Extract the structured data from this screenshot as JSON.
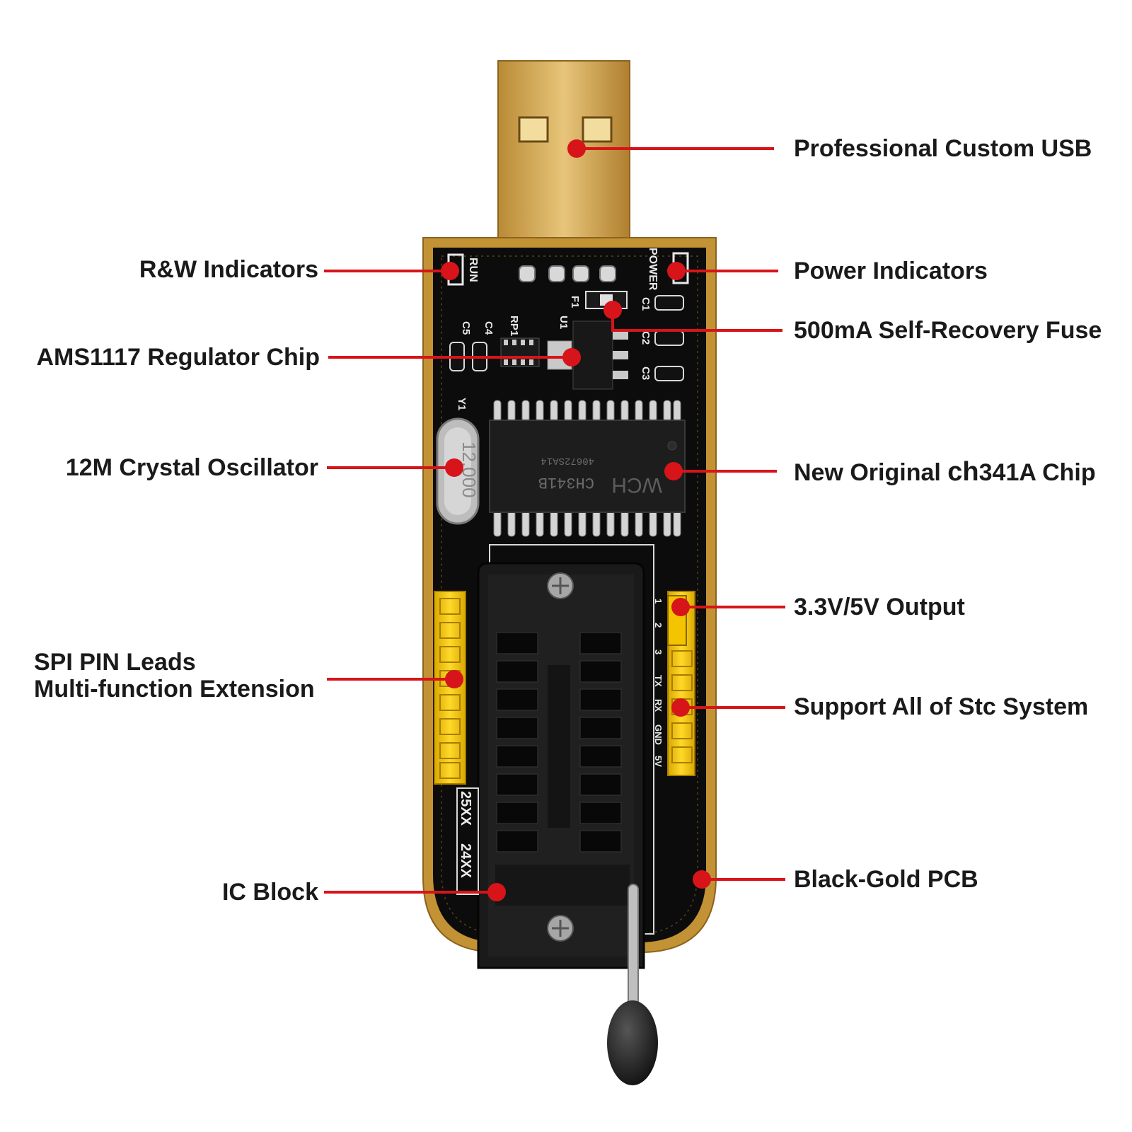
{
  "colors": {
    "callout": "#d7141a",
    "pcb": "#0b0b0b",
    "gold": "#c99a3a",
    "usb": "#d9ad57",
    "pins": "#f2c200"
  },
  "callouts": {
    "usb": "Professional Custom USB",
    "rw": "R&W Indicators",
    "power": "Power Indicators",
    "fuse": "500mA Self-Recovery Fuse",
    "regulator": "AMS1117 Regulator Chip",
    "crystal": "12M Crystal Oscillator",
    "chip_prefix": "New Original ",
    "chip_emph": "ch",
    "chip_suffix": "341A Chip",
    "output": "3.3V/5V Output",
    "spi_line1": "SPI PIN Leads",
    "spi_line2": "Multi-function Extension",
    "stc": "Support All of Stc System",
    "ic_block": "IC Block",
    "pcb": "Black-Gold PCB"
  },
  "board_markings": {
    "run": "RUN",
    "power": "POWER",
    "c1": "C1",
    "c2": "C2",
    "c3": "C3",
    "c4": "C4",
    "c5": "C5",
    "rp1": "RP1",
    "u1": "U1",
    "f1": "F1",
    "y1": "Y1",
    "crystal_text": "12.000",
    "chip_model": "CH341B",
    "chip_code": "40672SA14",
    "chip_logo": "WCH",
    "socket_25": "25XX",
    "socket_24": "24XX",
    "pin_1": "1",
    "pin_2": "2",
    "pin_3": "3",
    "pin_tx": "TX",
    "pin_rx": "RX",
    "pin_gnd": "GND",
    "pin_5v": "5V"
  }
}
